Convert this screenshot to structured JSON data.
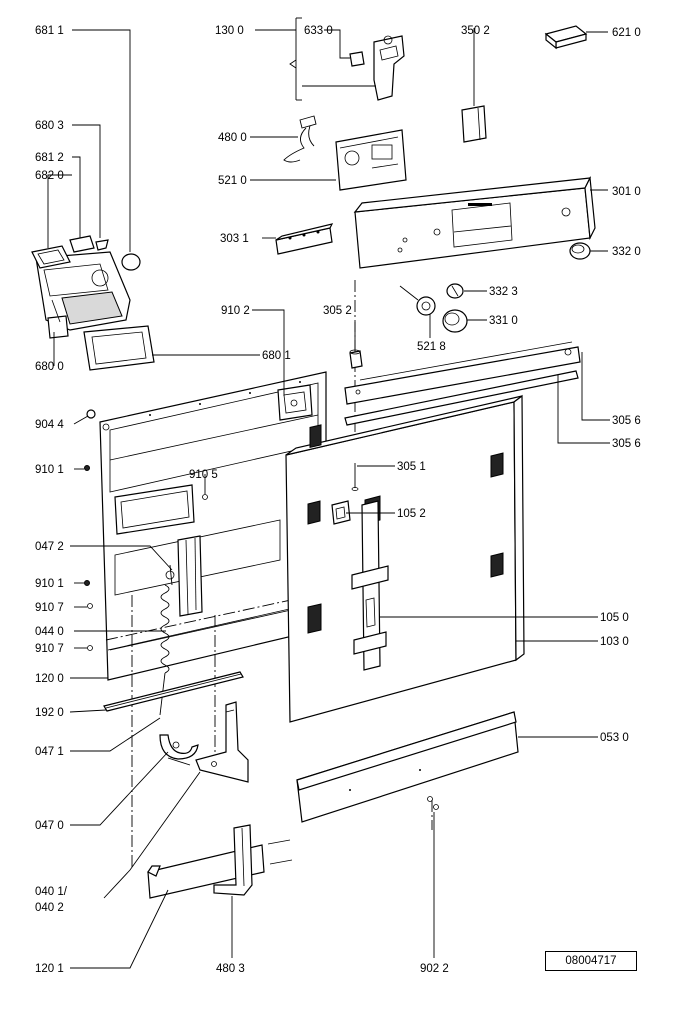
{
  "diagram": {
    "document_number": "08004717",
    "labels": {
      "l6811": "681 1",
      "l6803": "680 3",
      "l6812": "681 2",
      "l6820": "682 0",
      "l6800": "680 0",
      "l1300": "130 0",
      "l6330": "633 0",
      "l4800": "480 0",
      "l5210": "521 0",
      "l3502": "350 2",
      "l6210": "621 0",
      "l3010": "301 0",
      "l3031": "303 1",
      "l3320": "332 0",
      "l3323": "332 3",
      "l3310": "331 0",
      "l5218": "521 8",
      "l3052": "305 2",
      "l9102": "910 2",
      "l6801": "680 1",
      "l3056a": "305 6",
      "l3056b": "305 6",
      "l9044": "904 4",
      "l9101a": "910 1",
      "l9105": "910 5",
      "l3051": "305 1",
      "l1052": "105 2",
      "l0472": "047 2",
      "l9101b": "910 1",
      "l9107a": "910 7",
      "l0440": "044 0",
      "l9107b": "910 7",
      "l1050": "105 0",
      "l1030": "103 0",
      "l1200": "120 0",
      "l1920": "192 0",
      "l0471": "047 1",
      "l0530": "053 0",
      "l0470": "047 0",
      "l0401": "040 1/",
      "l0402": "040 2",
      "l1201": "120 1",
      "l4803": "480 3",
      "l9022": "902 2"
    }
  }
}
